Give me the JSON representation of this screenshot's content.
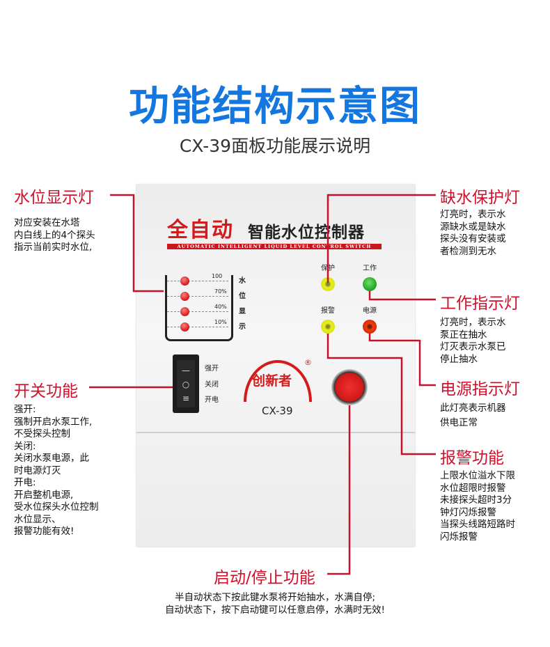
{
  "header": {
    "title": "功能结构示意图",
    "subtitle": "CX-39面板功能展示说明"
  },
  "panel": {
    "brand_auto": "全自动",
    "brand_name": "智能水位控制器",
    "banner": "AUTOMATIC INTELLIGENT LIQUID LEVEL CONTROL SWITCH",
    "levels": [
      "100",
      "70%",
      "40%",
      "10%"
    ],
    "level_caption": [
      "水",
      "位",
      "显",
      "示"
    ],
    "indicators": {
      "protect": "保护",
      "work": "工作",
      "alarm": "报警",
      "power": "电源"
    },
    "switch_labels": [
      "强开",
      "关闭",
      "开电"
    ],
    "logo": "创新者",
    "registered": "®",
    "model": "CX-39"
  },
  "annotations": {
    "water_level": {
      "label": "水位显示灯",
      "desc": "对应安装在水塔\n内白线上的4个探头\n指示当前实时水位,"
    },
    "switch": {
      "label": "开关功能",
      "desc": "强开:\n强制开启水泵工作,\n不受探头控制\n关闭:\n关闭水泵电源，此\n时电源灯灭\n开电:\n开启整机电源,\n受水位探头水位控制\n水位显示、\n报警功能有效!"
    },
    "protect": {
      "label": "缺水保护灯",
      "desc": "灯亮时，表示水\n源缺水或是缺水\n探头没有安装或\n者检测到无水"
    },
    "work": {
      "label": "工作指示灯",
      "desc": "灯亮时，表示水\n泵正在抽水\n灯灭表示水泵已\n停止抽水"
    },
    "power": {
      "label": "电源指示灯",
      "desc": "此灯亮表示机器\n供电正常"
    },
    "alarm": {
      "label": "报警功能",
      "desc": "上限水位溢水下限\n水位超限时报警\n未接探头超时3分\n钟灯闪烁报警\n当探头线路短路时\n闪烁报警"
    },
    "start_stop": {
      "label": "启动/停止功能",
      "desc": [
        "半自动状态下按此键水泵将开始抽水，水满自停;",
        "自动状态下，按下启动键可以任意启停，水满时无效!"
      ]
    }
  },
  "colors": {
    "title": "#1477e0",
    "accent": "#d0102a"
  }
}
